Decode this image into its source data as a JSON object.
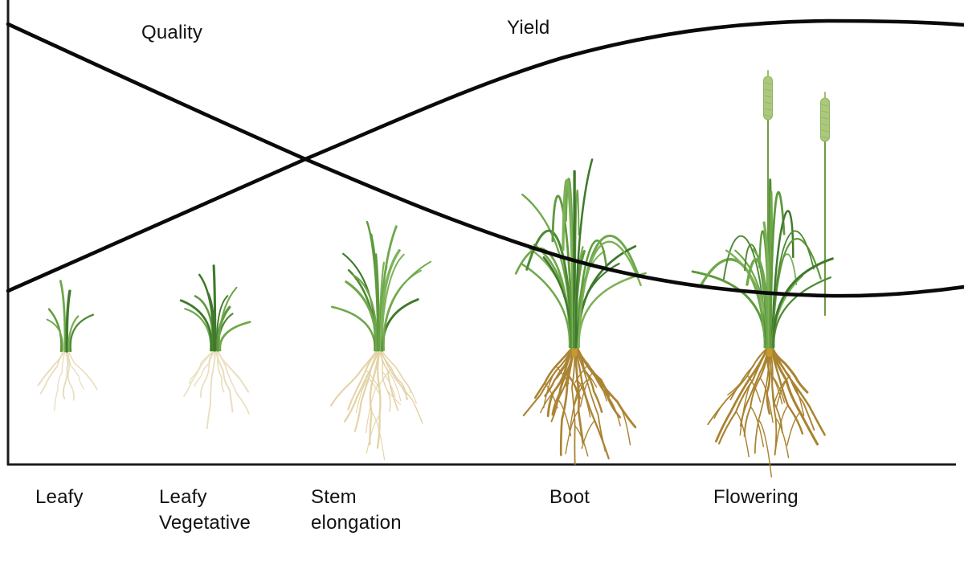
{
  "figure": {
    "curve_labels": {
      "quality": "Quality",
      "yield": "Yield"
    },
    "stages": [
      {
        "label": "Leafy"
      },
      {
        "label": "Leafy\nVegetative"
      },
      {
        "label": "Stem\nelongation"
      },
      {
        "label": "Boot"
      },
      {
        "label": "Flowering"
      }
    ]
  },
  "colors": {
    "curve": "#0a0a0a",
    "axis": "#1c1c1c",
    "text": "#121212",
    "leaf_greens": [
      "#4e8a33",
      "#5f9a3e",
      "#6fa84b",
      "#3f7a2c",
      "#7cb258"
    ],
    "young_root": "#e8dcbb",
    "mature_root": "#ab8434",
    "spike_fill": "#abc87d",
    "background": "#ffffff"
  },
  "chart_data": {
    "type": "line",
    "title": "",
    "xlabel": "",
    "ylabel": "",
    "x_categories": [
      "Leafy",
      "Leafy Vegetative",
      "Stem elongation",
      "Boot",
      "Flowering"
    ],
    "series": [
      {
        "name": "Quality",
        "trend": "decreasing",
        "values_relative_pct": [
          90,
          76,
          59,
          44,
          37
        ],
        "start_relative_pct": 95,
        "end_relative_pct": 38
      },
      {
        "name": "Yield",
        "trend": "increasing",
        "values_relative_pct": [
          42,
          56,
          73,
          89,
          95
        ],
        "start_relative_pct": 37,
        "end_relative_pct": 95
      }
    ],
    "y_axis_ticks": [],
    "x_axis_ticks": [],
    "grid": false,
    "legend_position": "labels-above-curves",
    "annotations": [
      "Quality and Yield curves cross between the Leafy Vegetative and Stem elongation stages",
      "Plant illustrations below the curves increase in size and root depth from Leafy to Flowering"
    ],
    "ylim_note": "no numeric axis labels shown; values are relative (0-100)"
  }
}
